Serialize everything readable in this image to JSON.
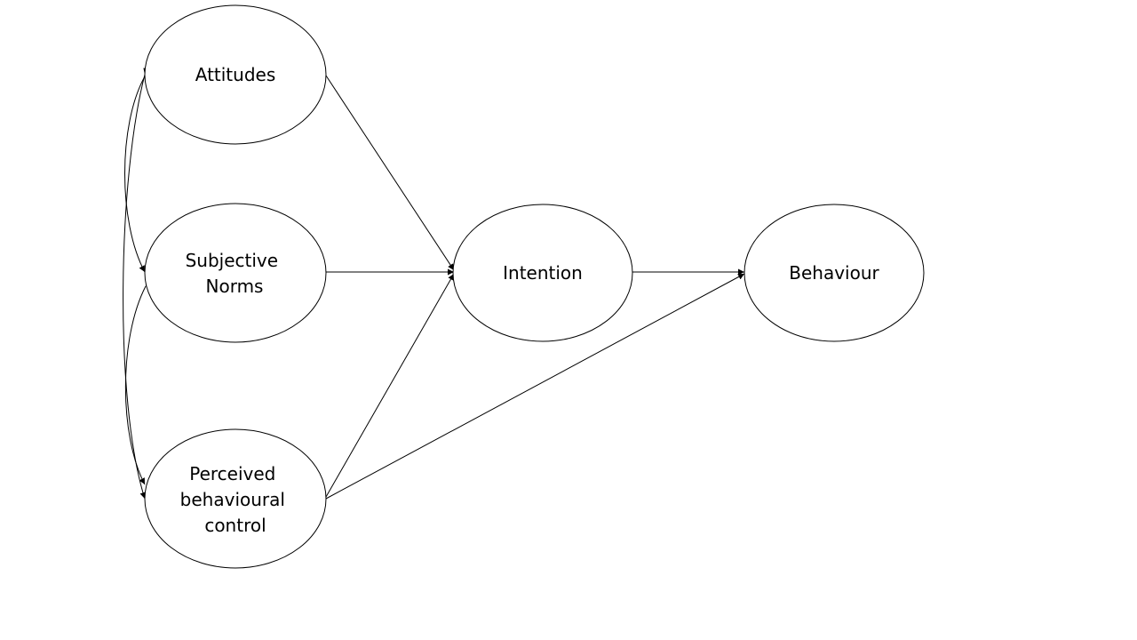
{
  "nodes": {
    "attitudes": {
      "lines": [
        "Attitudes"
      ]
    },
    "subjective_norms": {
      "lines": [
        "Subjective",
        "Norms"
      ]
    },
    "perceived_control": {
      "lines": [
        "Perceived",
        "behavioural",
        "control"
      ]
    },
    "intention": {
      "lines": [
        "Intention"
      ]
    },
    "behaviour": {
      "lines": [
        "Behaviour"
      ]
    }
  },
  "edges": [
    {
      "from": "attitudes",
      "to": "intention"
    },
    {
      "from": "subjective_norms",
      "to": "intention"
    },
    {
      "from": "perceived_control",
      "to": "intention"
    },
    {
      "from": "intention",
      "to": "behaviour"
    },
    {
      "from": "perceived_control",
      "to": "behaviour"
    }
  ],
  "correlations": [
    {
      "a": "attitudes",
      "b": "subjective_norms"
    },
    {
      "a": "subjective_norms",
      "b": "perceived_control"
    },
    {
      "a": "attitudes",
      "b": "perceived_control"
    }
  ],
  "colors": {
    "stroke": "#000000",
    "fill": "#ffffff",
    "text": "#000000"
  }
}
